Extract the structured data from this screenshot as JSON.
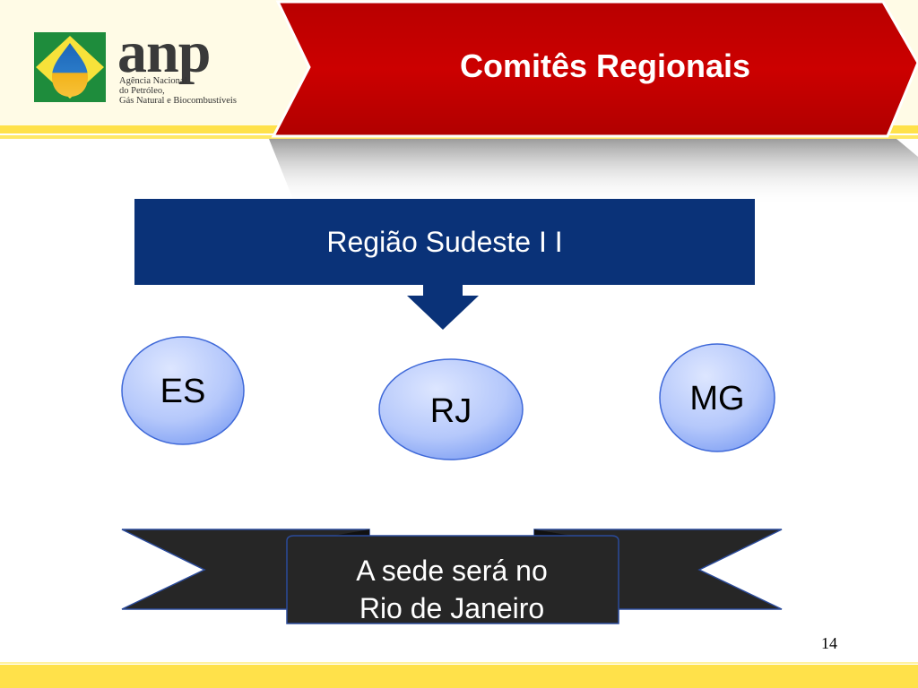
{
  "header": {
    "title": "Comitês Regionais",
    "logo": {
      "word": "anp",
      "subtitle_lines": [
        "Agência Nacional",
        "do Petróleo,",
        "Gás Natural e Biocombustíveis"
      ]
    }
  },
  "region": {
    "title": "Região Sudeste I I"
  },
  "states": [
    {
      "label": "ES"
    },
    {
      "label": "RJ"
    },
    {
      "label": "MG"
    }
  ],
  "banner": {
    "lines": [
      "A sede será no",
      "Rio de Janeiro"
    ]
  },
  "footer": {
    "page_number": "14"
  },
  "colors": {
    "header_red": "#c00000",
    "region_blue": "#0a3278",
    "banner_dark": "#262626",
    "accent_yellow": "#ffe14a",
    "logo_green": "#1e8c3c",
    "circle_light": "#c9d8ff",
    "circle_dark": "#7a9ff5"
  },
  "icons": [
    "anp-logo-drop-icon",
    "down-arrow-icon"
  ]
}
